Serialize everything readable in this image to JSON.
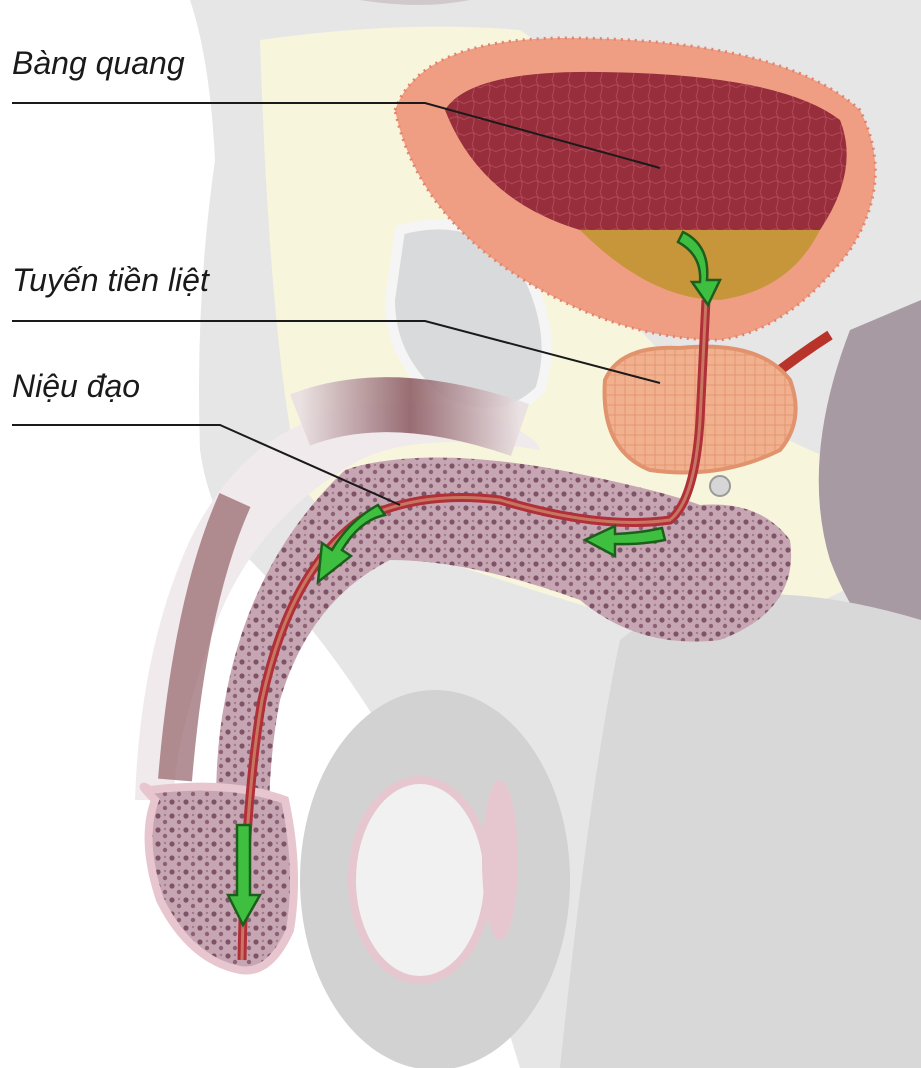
{
  "labels": {
    "bladder": "Bàng quang",
    "prostate": "Tuyến tiền liệt",
    "urethra": "Niệu đạo"
  },
  "colors": {
    "bladder_wall": "#f0a088",
    "bladder_inner": "#8c2a36",
    "prostate": "#f2b591",
    "penis_tissue": "#b58a98",
    "urethra": "#b0303a",
    "arrow_fill": "#3fbf3f",
    "background_body": "#e4e4e4",
    "leader_line": "#1a1a1a"
  },
  "icons": {
    "flow_arrow": "urine-flow-arrow-icon"
  }
}
